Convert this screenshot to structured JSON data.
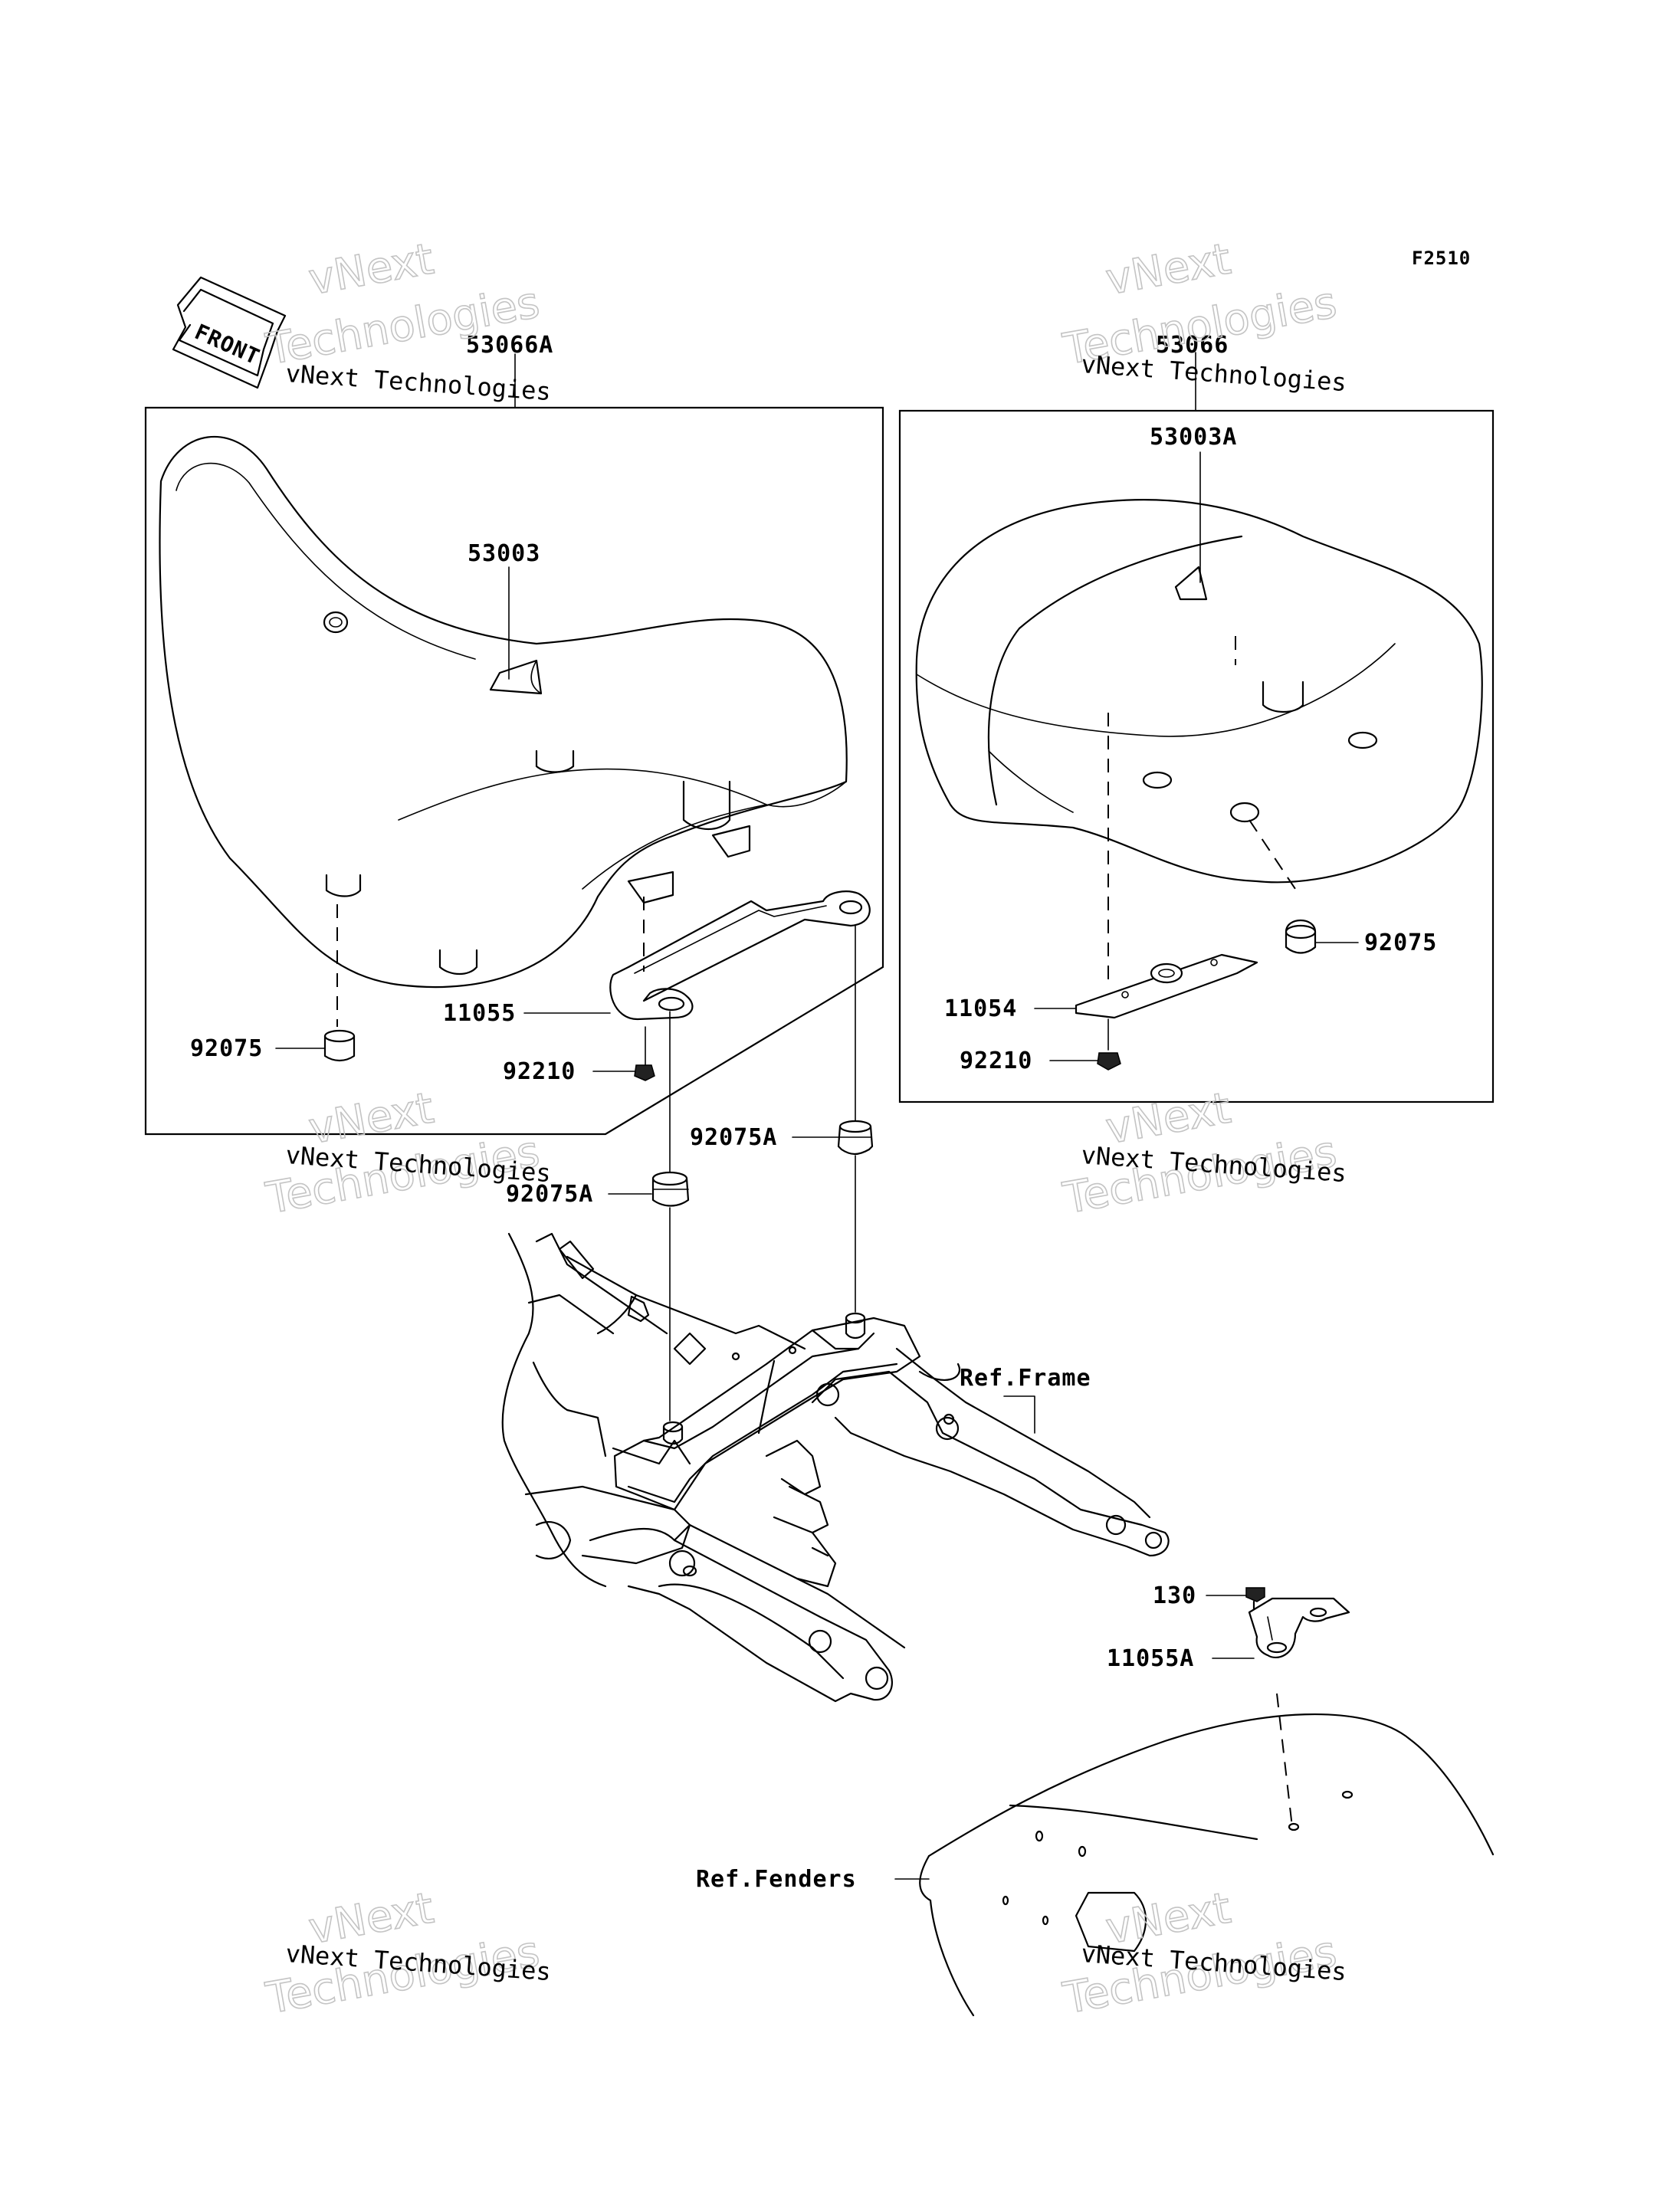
{
  "diagram": {
    "code": "F2510",
    "front_label": "FRONT",
    "labels": {
      "p53066A": "53066A",
      "p53003": "53003",
      "p92075_left": "92075",
      "p11055": "11055",
      "p92210_left": "92210",
      "p92075A_right": "92075A",
      "p92075A_left": "92075A",
      "p53066": "53066",
      "p53003A": "53003A",
      "p92075_right": "92075",
      "p11054": "11054",
      "p92210_right": "92210",
      "ref_frame": "Ref.Frame",
      "p130": "130",
      "p11055A": "11055A",
      "ref_fenders": "Ref.Fenders"
    },
    "watermarks": [
      {
        "text": "vNext Technologies",
        "ghost_top": "vNext",
        "ghost_bottom": "Technologies"
      },
      {
        "text": "vNext Technologies",
        "ghost_top": "vNext",
        "ghost_bottom": "Technologies"
      },
      {
        "text": "vNext Technologies",
        "ghost_top": "vNext",
        "ghost_bottom": "Technologies"
      },
      {
        "text": "vNext Technologies",
        "ghost_top": "vNext",
        "ghost_bottom": "Technologies"
      },
      {
        "text": "vNext Technologies",
        "ghost_top": "vNext",
        "ghost_bottom": "Technologies"
      },
      {
        "text": "vNext Technologies",
        "ghost_top": "vNext",
        "ghost_bottom": "Technologies"
      }
    ]
  }
}
